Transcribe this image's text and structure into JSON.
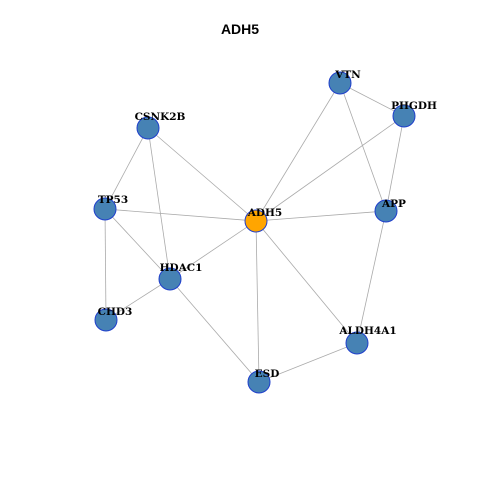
{
  "title": "ADH5",
  "colors": {
    "hub_node": "#FFA500",
    "node": "#4682B4",
    "node_border": "#1F3FCC",
    "edge": "#AAAAAA"
  },
  "nodes": [
    {
      "id": "ADH5",
      "hub": true
    },
    {
      "id": "VTN",
      "hub": false
    },
    {
      "id": "PHGDH",
      "hub": false
    },
    {
      "id": "CSNK2B",
      "hub": false
    },
    {
      "id": "TP53",
      "hub": false
    },
    {
      "id": "APP",
      "hub": false
    },
    {
      "id": "HDAC1",
      "hub": false
    },
    {
      "id": "CHD3",
      "hub": false
    },
    {
      "id": "ALDH4A1",
      "hub": false
    },
    {
      "id": "ESD",
      "hub": false
    }
  ],
  "edges": [
    [
      "ADH5",
      "VTN"
    ],
    [
      "ADH5",
      "PHGDH"
    ],
    [
      "ADH5",
      "CSNK2B"
    ],
    [
      "ADH5",
      "TP53"
    ],
    [
      "ADH5",
      "APP"
    ],
    [
      "ADH5",
      "HDAC1"
    ],
    [
      "ADH5",
      "ALDH4A1"
    ],
    [
      "ADH5",
      "ESD"
    ],
    [
      "VTN",
      "PHGDH"
    ],
    [
      "VTN",
      "APP"
    ],
    [
      "PHGDH",
      "APP"
    ],
    [
      "CSNK2B",
      "TP53"
    ],
    [
      "CSNK2B",
      "HDAC1"
    ],
    [
      "TP53",
      "HDAC1"
    ],
    [
      "TP53",
      "CHD3"
    ],
    [
      "HDAC1",
      "CHD3"
    ],
    [
      "HDAC1",
      "ESD"
    ],
    [
      "APP",
      "ALDH4A1"
    ],
    [
      "ALDH4A1",
      "ESD"
    ]
  ]
}
